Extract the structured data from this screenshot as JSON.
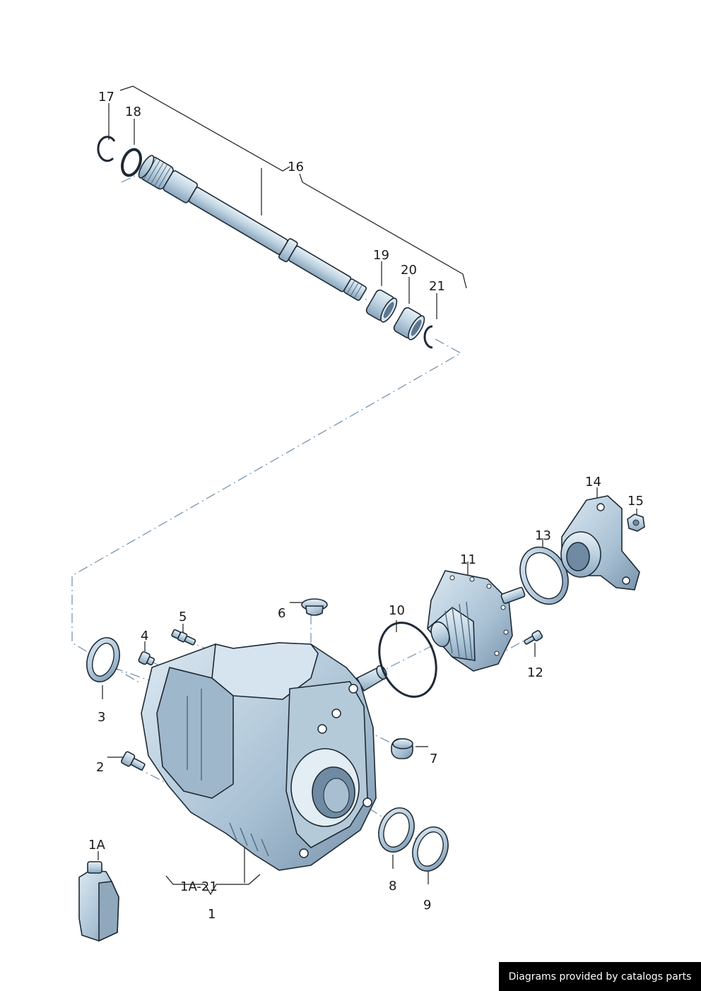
{
  "credit": "Diagrams provided by catalogs parts",
  "callouts": {
    "c1": "1",
    "c1A": "1A",
    "c1A21": "1A-21",
    "c2": "2",
    "c3": "3",
    "c4": "4",
    "c5": "5",
    "c6": "6",
    "c7": "7",
    "c8": "8",
    "c9": "9",
    "c10": "10",
    "c11": "11",
    "c12": "12",
    "c13": "13",
    "c14": "14",
    "c15": "15",
    "c16": "16",
    "c17": "17",
    "c18": "18",
    "c19": "19",
    "c20": "20",
    "c21": "21"
  },
  "colors": {
    "part_fill": "#c9dbe8",
    "part_shadow": "#7f9ab2",
    "outline": "#1e2a36",
    "assembly_line": "#6e8fa8",
    "credit_bg": "#000000",
    "credit_text": "#ffffff"
  }
}
